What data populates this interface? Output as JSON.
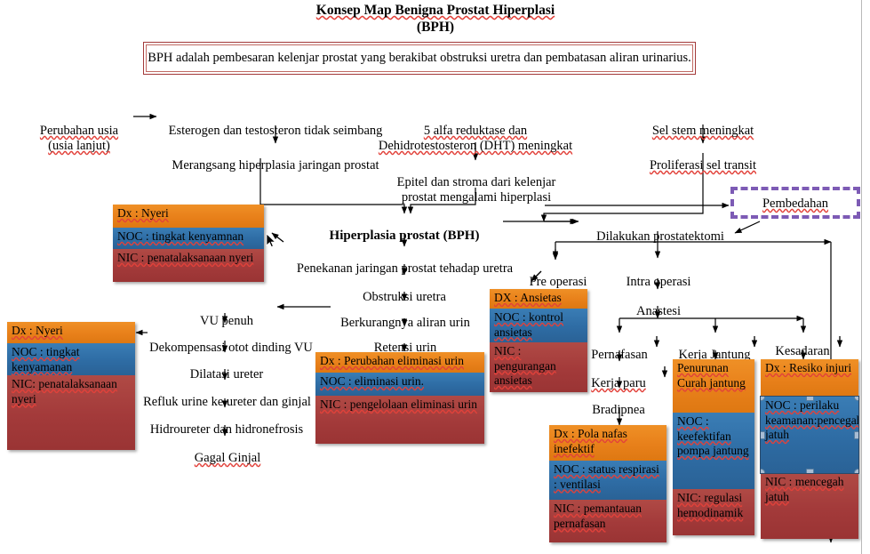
{
  "title": {
    "line1": "Konsep Map Benigna Prostat Hiperplasi",
    "line2": "(BPH)"
  },
  "description": {
    "text": "BPH adalah pembesaran kelenjar prostat yang berakibat obstruksi uretra dan pembatasan aliran urinarius."
  },
  "flow": {
    "perubahan_usia": "Perubahan usia\n(usia lanjut)",
    "esterogen": "Esterogen dan testosteron tidak seimbang",
    "merangsang": "Merangsang hiperplasia jaringan prostat",
    "reduktase": "5 alfa reduktase dan\nDehidrotestosteron (DHT) meningkat",
    "epitel": "Epitel dan stroma dari kelenjar\nprostat mengalami hiperplasi",
    "sel_stem": "Sel stem meningkat",
    "proliferasi": "Proliferasi sel transit",
    "hiperplasia_bph": "Hiperplasia prostat (BPH)",
    "penekanan": "Penekanan jaringan prostat tehadap uretra",
    "obstruksi": "Obstruksi uretra",
    "berkurangnya": "Berkurangnya aliran urin",
    "retensi": "Retensi urin",
    "vu_penuh": "VU penuh",
    "dekompensasi": "Dekompensasi otot dinding VU",
    "dilatasi": "Dilatasi ureter",
    "refluk": "Refluk urine ke ureter dan ginjal",
    "hidroureter": "Hidroureter dan hidronefrosis",
    "gagal_ginjal": "Gagal Ginjal",
    "prostatektomi": "Dilakukan prostatektomi",
    "pembedahan": "Pembedahan",
    "pre_operasi": "Pre operasi",
    "intra_operasi": "Intra operasi",
    "anastesi": "Anastesi",
    "pernafasan": "Pernafasan",
    "kerja_paru": "Kerja paru",
    "bradipnea": "Bradipnea",
    "kerja_jantung": "Kerja Jantung",
    "kesadaran": "Kesadaran"
  },
  "boxes": {
    "nyeri_top": {
      "dx": "Dx : Nyeri",
      "noc": "NOC : tingkat kenyamnan",
      "nic": "NIC : penatalaksanaan nyeri"
    },
    "nyeri_left": {
      "dx": "Dx : Nyeri",
      "noc": "NOC : tingkat kenyamanan",
      "nic": "NIC: penatalaksanaan nyeri"
    },
    "eliminasi": {
      "dx": "Dx : Perubahan eliminasi urin",
      "noc": "NOC : eliminasi urin.",
      "nic": "NIC : pengelolaan eliminasi urin"
    },
    "ansietas": {
      "dx": "DX : Ansietas",
      "noc": "NOC : kontrol ansietas",
      "nic": "NIC : pengurangan ansietas"
    },
    "pola_nafas": {
      "dx": "Dx : Pola nafas inefektif",
      "noc": "NOC : status respirasi : ventilasi",
      "nic": "NIC : pemantauan pernafasan"
    },
    "curah_jantung": {
      "dx": "Penurunan Curah jantung",
      "noc": "NOC : keefektifan pompa jantung",
      "nic": "NIC: regulasi hemodinamik"
    },
    "resiko_injuri": {
      "dx": "Dx : Resiko injuri",
      "noc": "NOC : perilaku keamanan:pencegahan jatuh",
      "nic": "NIC : mencegah jatuh"
    }
  },
  "colors": {
    "dx_orange": "#e8801a",
    "noc_blue": "#2e6ca4",
    "nic_red": "#a33a3a",
    "desc_border": "#a33a3a",
    "pembedahan_border": "#7d5bb5",
    "spellcheck_underline": "#e2413a",
    "connector": "#000000"
  },
  "selection": {
    "selected_element": "resiko-injuri-noc-band",
    "handle_count": 8
  }
}
